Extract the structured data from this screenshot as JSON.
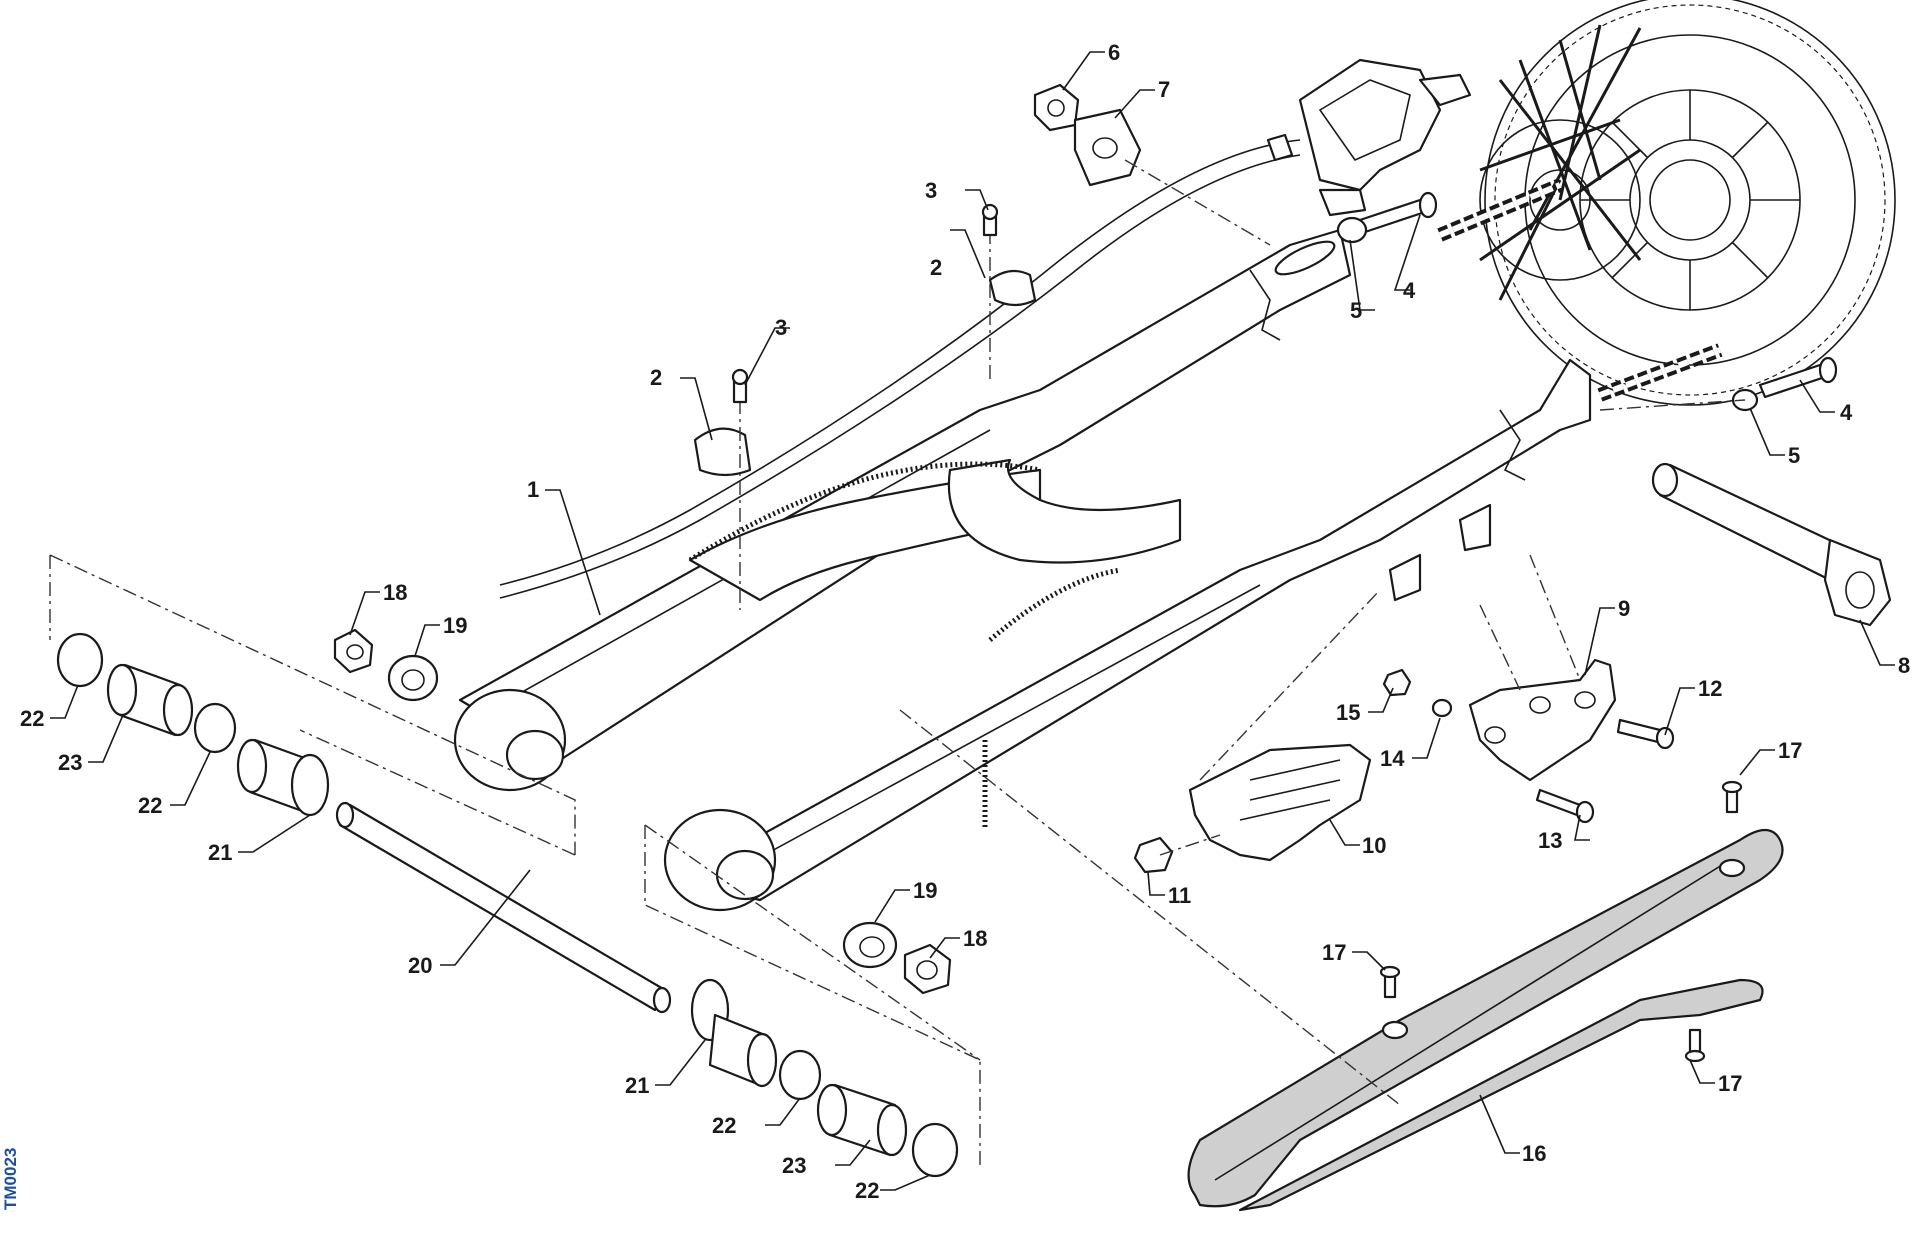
{
  "drawing_code": "TM0023",
  "callouts": [
    {
      "id": "c1",
      "text": "1"
    },
    {
      "id": "c2a",
      "text": "2"
    },
    {
      "id": "c2b",
      "text": "2"
    },
    {
      "id": "c3a",
      "text": "3"
    },
    {
      "id": "c3b",
      "text": "3"
    },
    {
      "id": "c4a",
      "text": "4"
    },
    {
      "id": "c4b",
      "text": "4"
    },
    {
      "id": "c5a",
      "text": "5"
    },
    {
      "id": "c5b",
      "text": "5"
    },
    {
      "id": "c6",
      "text": "6"
    },
    {
      "id": "c7",
      "text": "7"
    },
    {
      "id": "c8",
      "text": "8"
    },
    {
      "id": "c9",
      "text": "9"
    },
    {
      "id": "c10",
      "text": "10"
    },
    {
      "id": "c11",
      "text": "11"
    },
    {
      "id": "c12",
      "text": "12"
    },
    {
      "id": "c13",
      "text": "13"
    },
    {
      "id": "c14",
      "text": "14"
    },
    {
      "id": "c15",
      "text": "15"
    },
    {
      "id": "c16",
      "text": "16"
    },
    {
      "id": "c17a",
      "text": "17"
    },
    {
      "id": "c17b",
      "text": "17"
    },
    {
      "id": "c17c",
      "text": "17"
    },
    {
      "id": "c18a",
      "text": "18"
    },
    {
      "id": "c18b",
      "text": "18"
    },
    {
      "id": "c19a",
      "text": "19"
    },
    {
      "id": "c19b",
      "text": "19"
    },
    {
      "id": "c20",
      "text": "20"
    },
    {
      "id": "c21a",
      "text": "21"
    },
    {
      "id": "c21b",
      "text": "21"
    },
    {
      "id": "c22a",
      "text": "22"
    },
    {
      "id": "c22b",
      "text": "22"
    },
    {
      "id": "c22c",
      "text": "22"
    },
    {
      "id": "c22d",
      "text": "22"
    },
    {
      "id": "c23a",
      "text": "23"
    },
    {
      "id": "c23b",
      "text": "23"
    }
  ]
}
